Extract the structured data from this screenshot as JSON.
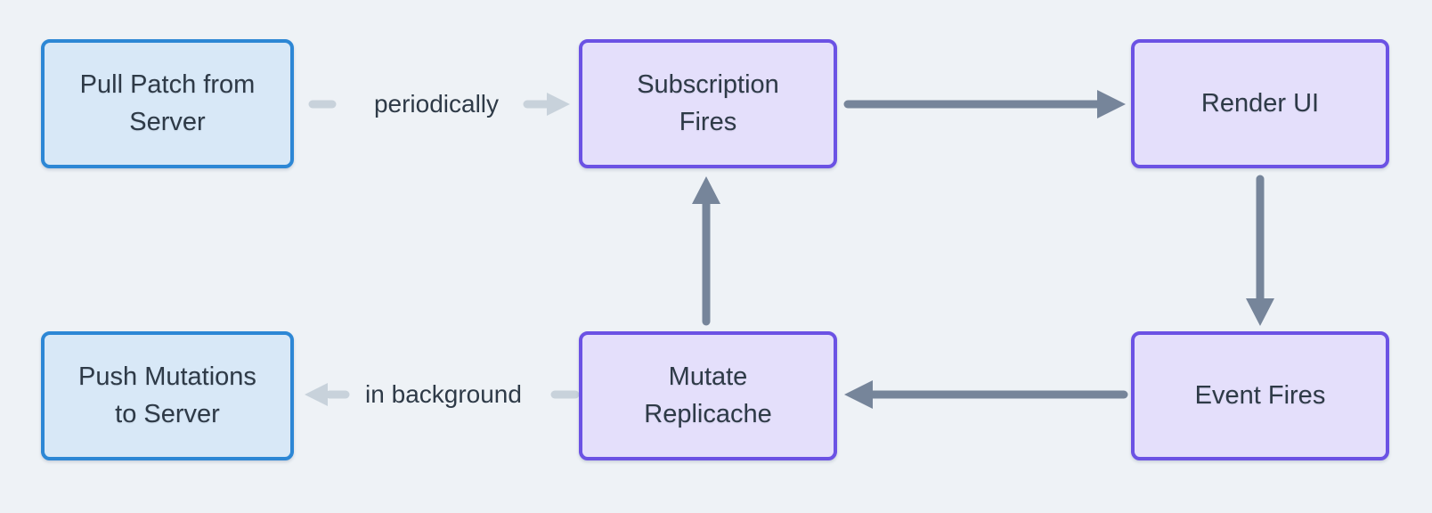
{
  "colors": {
    "background": "#eef2f6",
    "blue_node_border": "#2d87d5",
    "blue_node_fill": "#d8e8f7",
    "purple_node_border": "#6b52e4",
    "purple_node_fill": "#e4dffb",
    "dark_arrow": "#76859a",
    "light_arrow": "#c8d2db",
    "text": "#2e3a47"
  },
  "nodes": [
    {
      "id": "pull-patch",
      "label": "Pull Patch from\nServer",
      "kind": "blue"
    },
    {
      "id": "subscription-fires",
      "label": "Subscription\nFires",
      "kind": "purple"
    },
    {
      "id": "render-ui",
      "label": "Render UI",
      "kind": "purple"
    },
    {
      "id": "push-mutations",
      "label": "Push Mutations\nto Server",
      "kind": "blue"
    },
    {
      "id": "mutate-replicache",
      "label": "Mutate\nReplicache",
      "kind": "purple"
    },
    {
      "id": "event-fires",
      "label": "Event Fires",
      "kind": "purple"
    }
  ],
  "edges": [
    {
      "from": "pull-patch",
      "to": "subscription-fires",
      "label": "periodically",
      "style": "light"
    },
    {
      "from": "subscription-fires",
      "to": "render-ui",
      "label": "",
      "style": "dark"
    },
    {
      "from": "render-ui",
      "to": "event-fires",
      "label": "",
      "style": "dark"
    },
    {
      "from": "event-fires",
      "to": "mutate-replicache",
      "label": "",
      "style": "dark"
    },
    {
      "from": "mutate-replicache",
      "to": "subscription-fires",
      "label": "",
      "style": "dark"
    },
    {
      "from": "mutate-replicache",
      "to": "push-mutations",
      "label": "in background",
      "style": "light"
    }
  ]
}
